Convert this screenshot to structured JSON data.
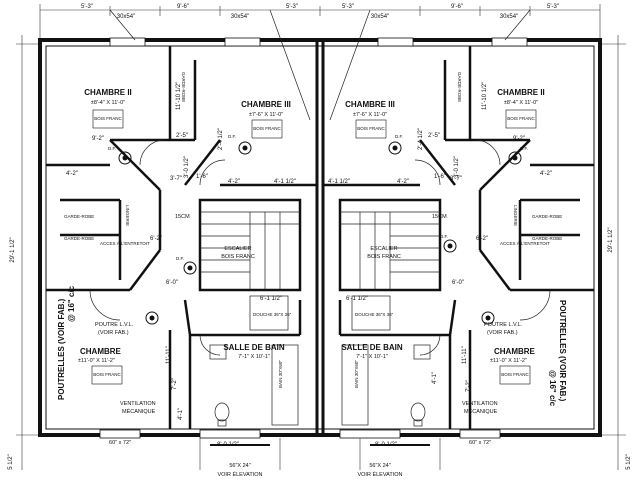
{
  "top_dims": [
    "5'-3\"",
    "9'-6\"",
    "5'-3\"",
    "5'-3\"",
    "9'-6\"",
    "5'-3\""
  ],
  "window_top": [
    "30x54\"",
    "30x54\"",
    "30x54\"",
    "30x54\""
  ],
  "overall_width_left": "29'-1 1/2\"",
  "overall_width_right": "29'-1 1/2\"",
  "bottom_side": "5 1/2\"",
  "rooms": {
    "chambre2_l": {
      "name": "CHAMBRE II",
      "size": "±8'-4\" X 11'-0\"",
      "floor": "BOIS FRANC"
    },
    "chambre3_l": {
      "name": "CHAMBRE III",
      "size": "±7'-6\" X 11'-0\"",
      "floor": "BOIS FRANC"
    },
    "chambre3_r": {
      "name": "CHAMBRE III",
      "size": "±7'-6\" X 11'-0\"",
      "floor": "BOIS FRANC"
    },
    "chambre2_r": {
      "name": "CHAMBRE II",
      "size": "±8'-4\" X 11'-0\"",
      "floor": "BOIS FRANC"
    },
    "chambre_l": {
      "name": "CHAMBRE",
      "size": "±11'-0\" X 11'-2\"",
      "floor": "BOIS FRANC"
    },
    "chambre_r": {
      "name": "CHAMBRE",
      "size": "±11'-0\" X 11'-2\"",
      "floor": "BOIS FRANC"
    },
    "sdb_l": {
      "name": "SALLE DE BAIN",
      "size": "7'-1\" X 10'-1\""
    },
    "sdb_r": {
      "name": "SALLE DE BAIN",
      "size": "7'-1\" X 10'-1\""
    }
  },
  "labels": {
    "garde_robe": "GARDE-ROBE",
    "escalier": "ESCALIER",
    "bois_franc": "BOIS FRANC",
    "poutre": "POUTRE L.V.L.",
    "voir_fab": "(VOIR FAB.)",
    "poutrelles": "POUTRELLES (VOIR FAB.)",
    "at16": "@ 16\" c/c",
    "ventilation": "VENTILATION",
    "mecanique": "MÉCANIQUE",
    "voir_elevation": "VOIR ÉLEVATION",
    "win_56x24": "56\"X 24\"",
    "win_60x72": "60\" x 72\"",
    "bain": "BAIN 30\"X60\"",
    "douche": "DOUCHE 36\"X 36\"",
    "df": "D.F.",
    "cm15": "15CM",
    "lingerie": "LINGERIE",
    "laveuse": "ACCES À L'ENTRETOIT"
  },
  "dims": {
    "d_9_2": "9'-2\"",
    "d_2_5": "2'-5\"",
    "d_4_2": "4'-2\"",
    "d_4_1h": "4'-1 1/2\"",
    "d_3_7": "3'-7\"",
    "d_6_0": "6'-0\"",
    "d_6_2": "6'-2\"",
    "d_6_1h": "6'-1 1/2\"",
    "d_8_0h": "8'-0 1/2\"",
    "d_11_10h": "11'-10 1/2\"",
    "d_7_2": "7'-2\"",
    "d_4_1": "4'-1\"",
    "d_11_11": "11'-11\"",
    "d_1_6": "1'-6\"",
    "d_3_0h": "3'-0 1/2\"",
    "d_2_4h": "2'-4 1/2\""
  }
}
